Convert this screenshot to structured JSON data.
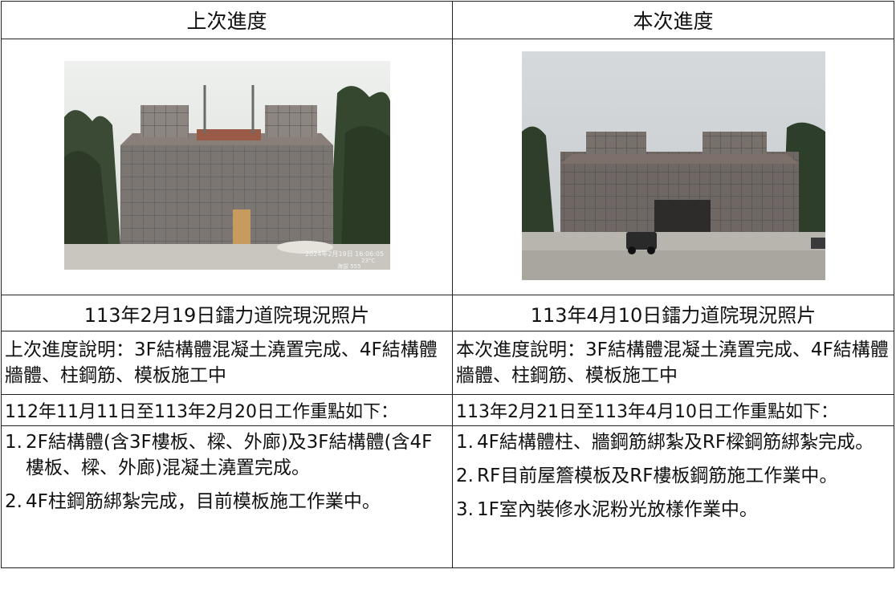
{
  "header": {
    "previous": "上次進度",
    "current": "本次進度"
  },
  "photos": {
    "previous": {
      "caption": "113年2月19日鐳力道院現況照片",
      "stamp_line1": "2024年2月19日 16:06:05",
      "stamp_line2": "23°C",
      "stamp_line3": "海拔 555"
    },
    "current": {
      "caption": "113年4月10日鐳力道院現況照片"
    }
  },
  "descriptions": {
    "previous": "上次進度說明：3F結構體混凝土澆置完成、4F結構體牆體、柱鋼筋、模板施工中",
    "current": "本次進度說明：3F結構體混凝土澆置完成、4F結構體牆體、柱鋼筋、模板施工中"
  },
  "periods": {
    "previous": "112年11月11日至113年2月20日工作重點如下：",
    "current": "113年2月21日至113年4月10日工作重點如下："
  },
  "items": {
    "previous": [
      {
        "num": "1.",
        "text": "2F結構體(含3F樓板、樑、外廊)及3F結構體(含4F樓板、樑、外廊)混凝土澆置完成。"
      },
      {
        "num": "2.",
        "text": "4F柱鋼筋綁紮完成，目前模板施工作業中。"
      }
    ],
    "current": [
      {
        "num": "1.",
        "text": "4F結構體柱、牆鋼筋綁紮及RF樑鋼筋綁紮完成。"
      },
      {
        "num": "2.",
        "text": "RF目前屋簷模板及RF樓板鋼筋施工作業中。"
      },
      {
        "num": "3.",
        "text": "1F室內裝修水泥粉光放樣作業中。"
      }
    ]
  }
}
